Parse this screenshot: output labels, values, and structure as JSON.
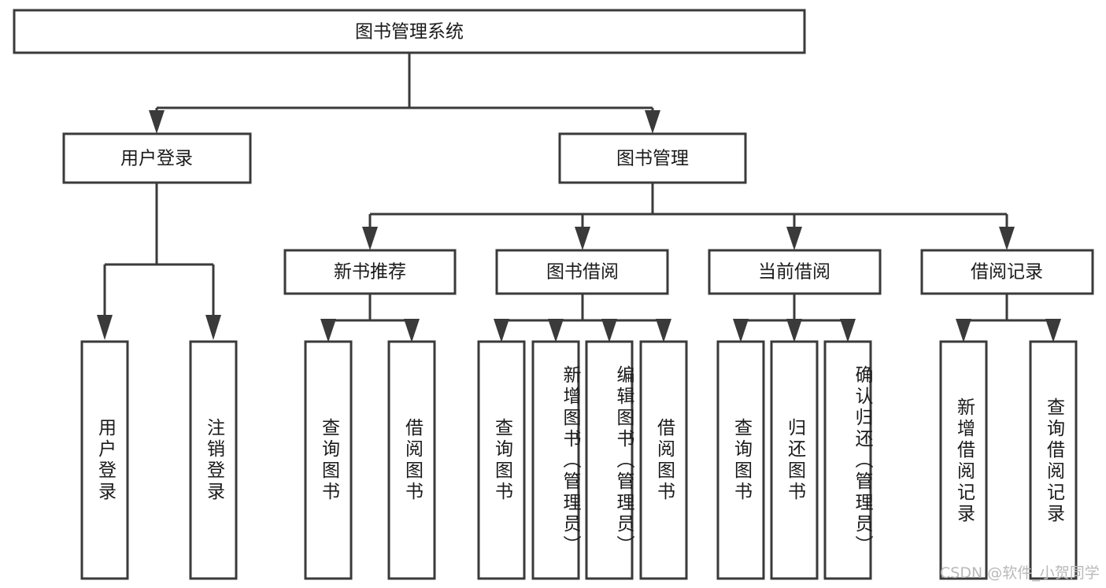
{
  "diagram": {
    "title": "图书管理系统",
    "type": "hierarchy-tree",
    "root": {
      "id": "root",
      "label": "图书管理系统"
    },
    "level1": [
      {
        "id": "user-login",
        "label": "用户登录"
      },
      {
        "id": "book-management",
        "label": "图书管理"
      }
    ],
    "level2": [
      {
        "id": "new-book-recommend",
        "label": "新书推荐",
        "parent": "book-management"
      },
      {
        "id": "book-borrow",
        "label": "图书借阅",
        "parent": "book-management"
      },
      {
        "id": "current-borrow",
        "label": "当前借阅",
        "parent": "book-management"
      },
      {
        "id": "borrow-record",
        "label": "借阅记录",
        "parent": "book-management"
      }
    ],
    "leaves": [
      {
        "id": "leaf-user-login",
        "label": "用户登录",
        "parent": "user-login"
      },
      {
        "id": "leaf-logout-login",
        "label": "注销登录",
        "parent": "user-login"
      },
      {
        "id": "leaf-query-book-1",
        "label": "查询图书",
        "parent": "new-book-recommend"
      },
      {
        "id": "leaf-borrow-book-1",
        "label": "借阅图书",
        "parent": "new-book-recommend"
      },
      {
        "id": "leaf-query-book-2",
        "label": "查询图书",
        "parent": "book-borrow"
      },
      {
        "id": "leaf-add-book",
        "label": "新增图书（管理员）",
        "parent": "book-borrow"
      },
      {
        "id": "leaf-edit-book",
        "label": "编辑图书（管理员）",
        "parent": "book-borrow"
      },
      {
        "id": "leaf-borrow-book-2",
        "label": "借阅图书",
        "parent": "book-borrow"
      },
      {
        "id": "leaf-query-book-3",
        "label": "查询图书",
        "parent": "current-borrow"
      },
      {
        "id": "leaf-return-book",
        "label": "归还图书",
        "parent": "current-borrow"
      },
      {
        "id": "leaf-confirm-return",
        "label": "确认归还（管理员）",
        "parent": "current-borrow"
      },
      {
        "id": "leaf-add-record",
        "label": "新增借阅记录",
        "parent": "borrow-record"
      },
      {
        "id": "leaf-query-record",
        "label": "查询借阅记录",
        "parent": "borrow-record"
      }
    ],
    "colors": {
      "box_fill": "#ffffff",
      "box_stroke": "#3a3a3a",
      "text": "#1a1a1a",
      "background": "#ffffff",
      "watermark": "#b9b9b9"
    }
  },
  "watermark": {
    "text": "CSDN @软件_小贺同学"
  }
}
